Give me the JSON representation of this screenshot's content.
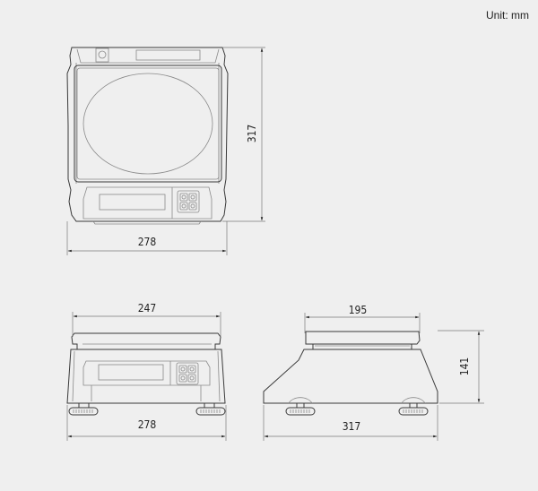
{
  "unit_label": "Unit: mm",
  "views": {
    "top": {
      "width_label": "278",
      "depth_label": "317"
    },
    "front": {
      "platter_width_label": "247",
      "base_width_label": "278"
    },
    "side": {
      "platter_depth_label": "195",
      "height_label": "141",
      "base_depth_label": "317"
    }
  },
  "colors": {
    "background": "#efefef",
    "outline": "#3a3a3a",
    "dimension_line": "#7a7a7a",
    "text": "#222222"
  }
}
